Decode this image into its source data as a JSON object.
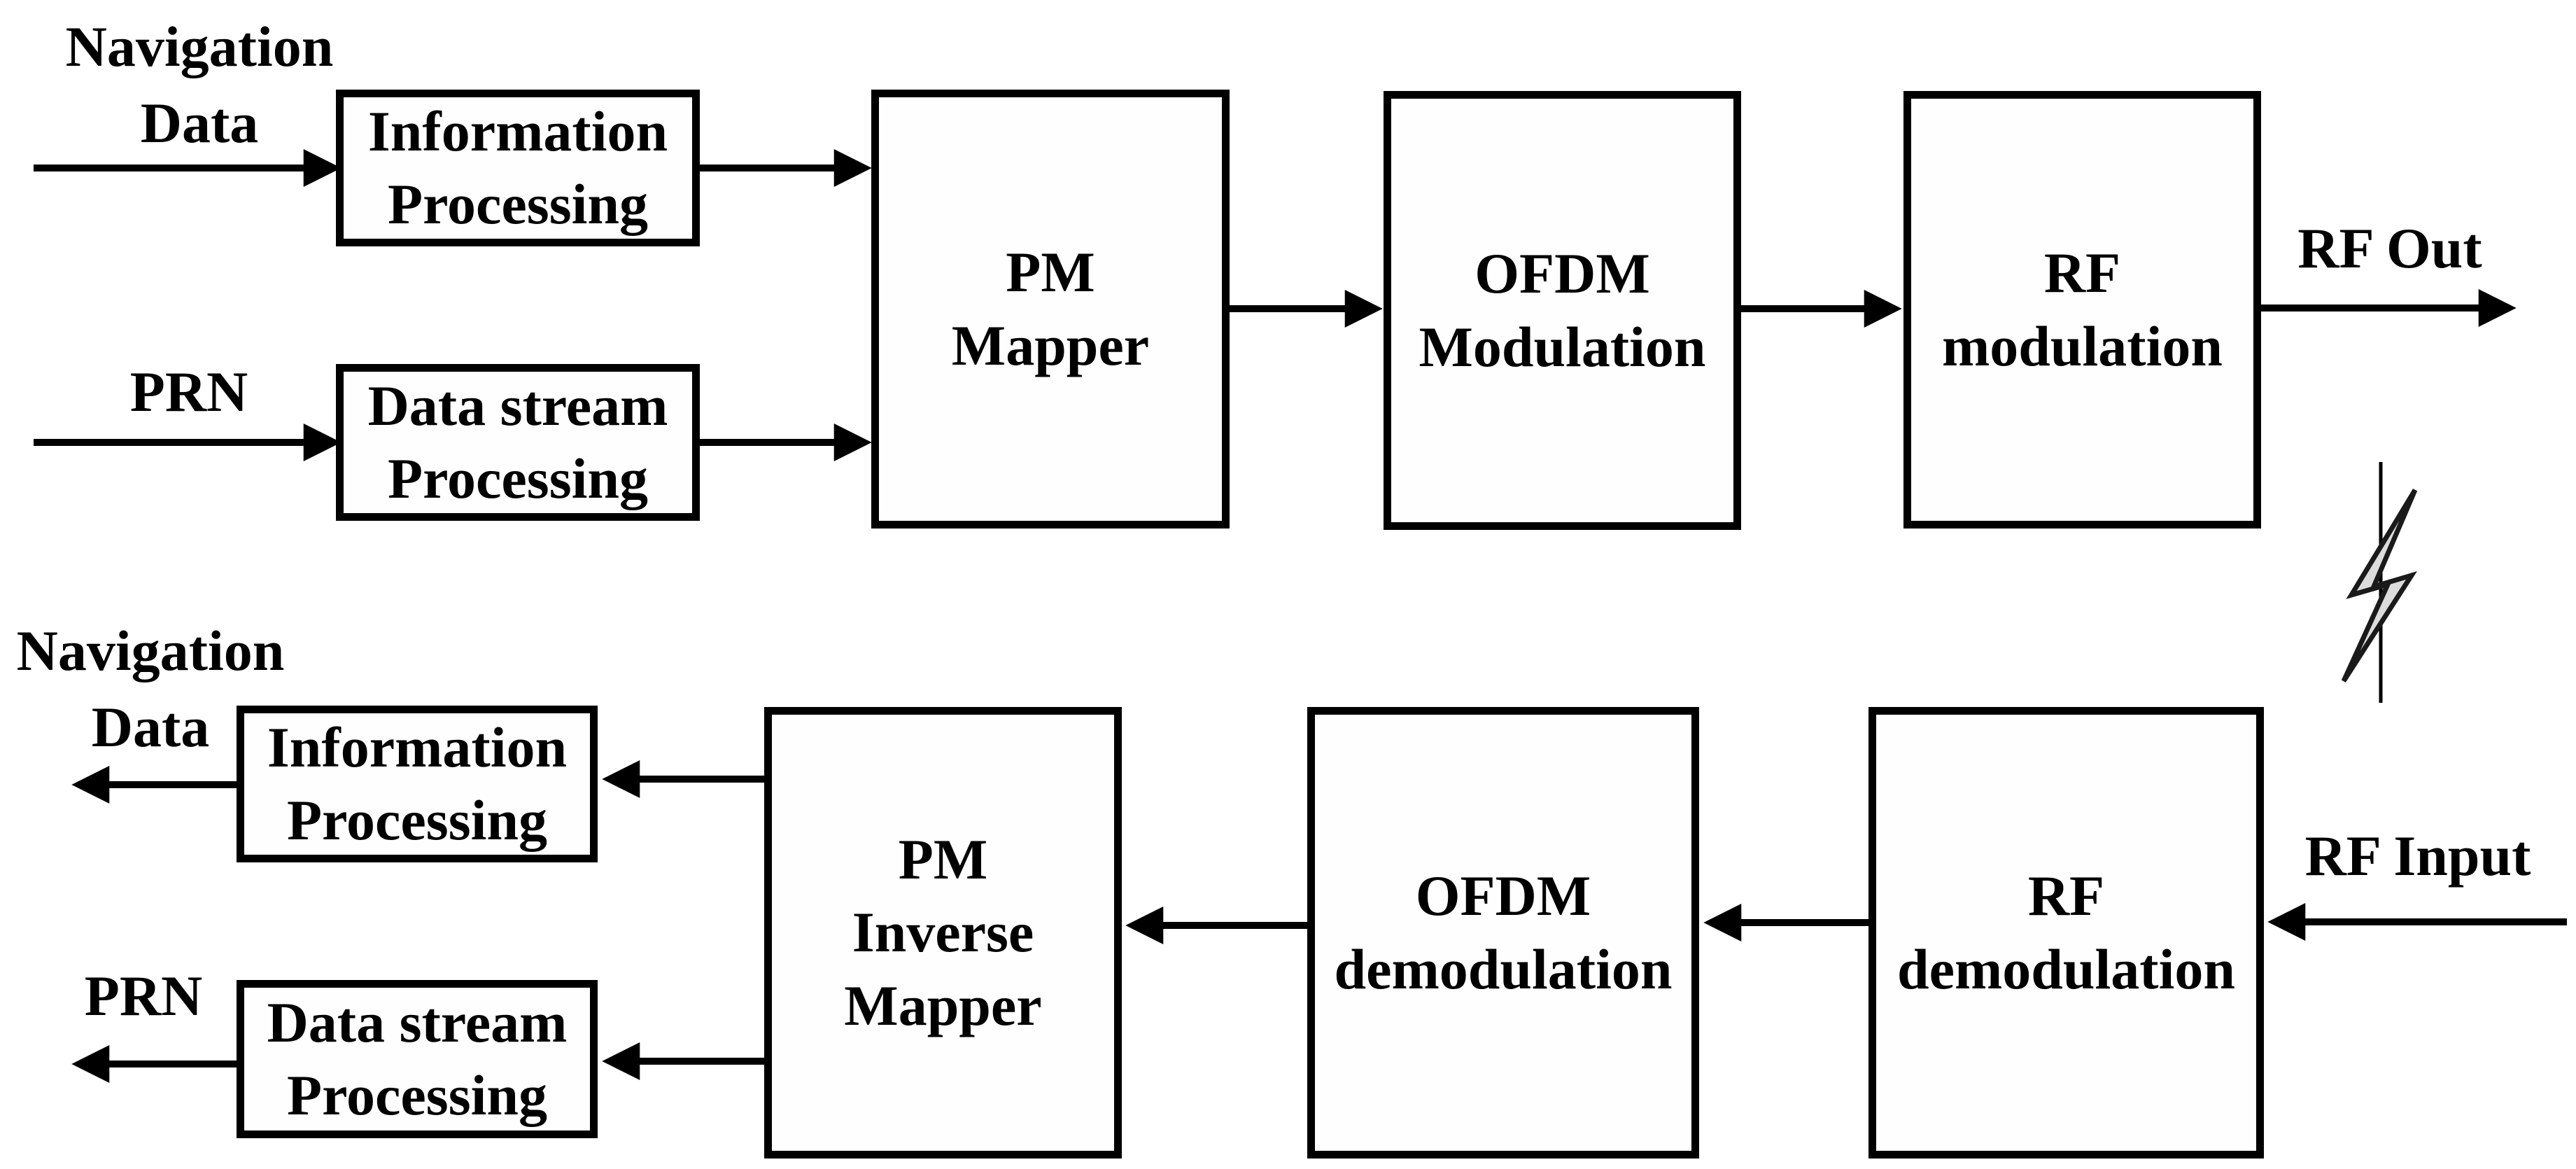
{
  "diagram": {
    "background_color": "#ffffff",
    "ink_color": "#000000",
    "transmitter": {
      "input_label_nav": "Navigation\nData",
      "input_label_prn": "PRN",
      "block_information_processing": "Information\nProcessing",
      "block_data_stream_processing": "Data stream\nProcessing",
      "block_pm_mapper": "PM\nMapper",
      "block_ofdm_modulation": "OFDM\nModulation",
      "block_rf_modulation": "RF\nmodulation",
      "output_label": "RF Out"
    },
    "channel": {
      "icon": "lightning-bolt-icon",
      "bolt_fill_color": "#dcdcdc"
    },
    "receiver": {
      "output_label_nav": "Navigation\nData",
      "output_label_prn": "PRN",
      "block_information_processing": "Information\nProcessing",
      "block_data_stream_processing": "Data stream\nProcessing",
      "block_pm_inverse_mapper": "PM\nInverse\nMapper",
      "block_ofdm_demodulation": "OFDM\ndemodulation",
      "block_rf_demodulation": "RF\ndemodulation",
      "input_label": "RF Input"
    }
  }
}
